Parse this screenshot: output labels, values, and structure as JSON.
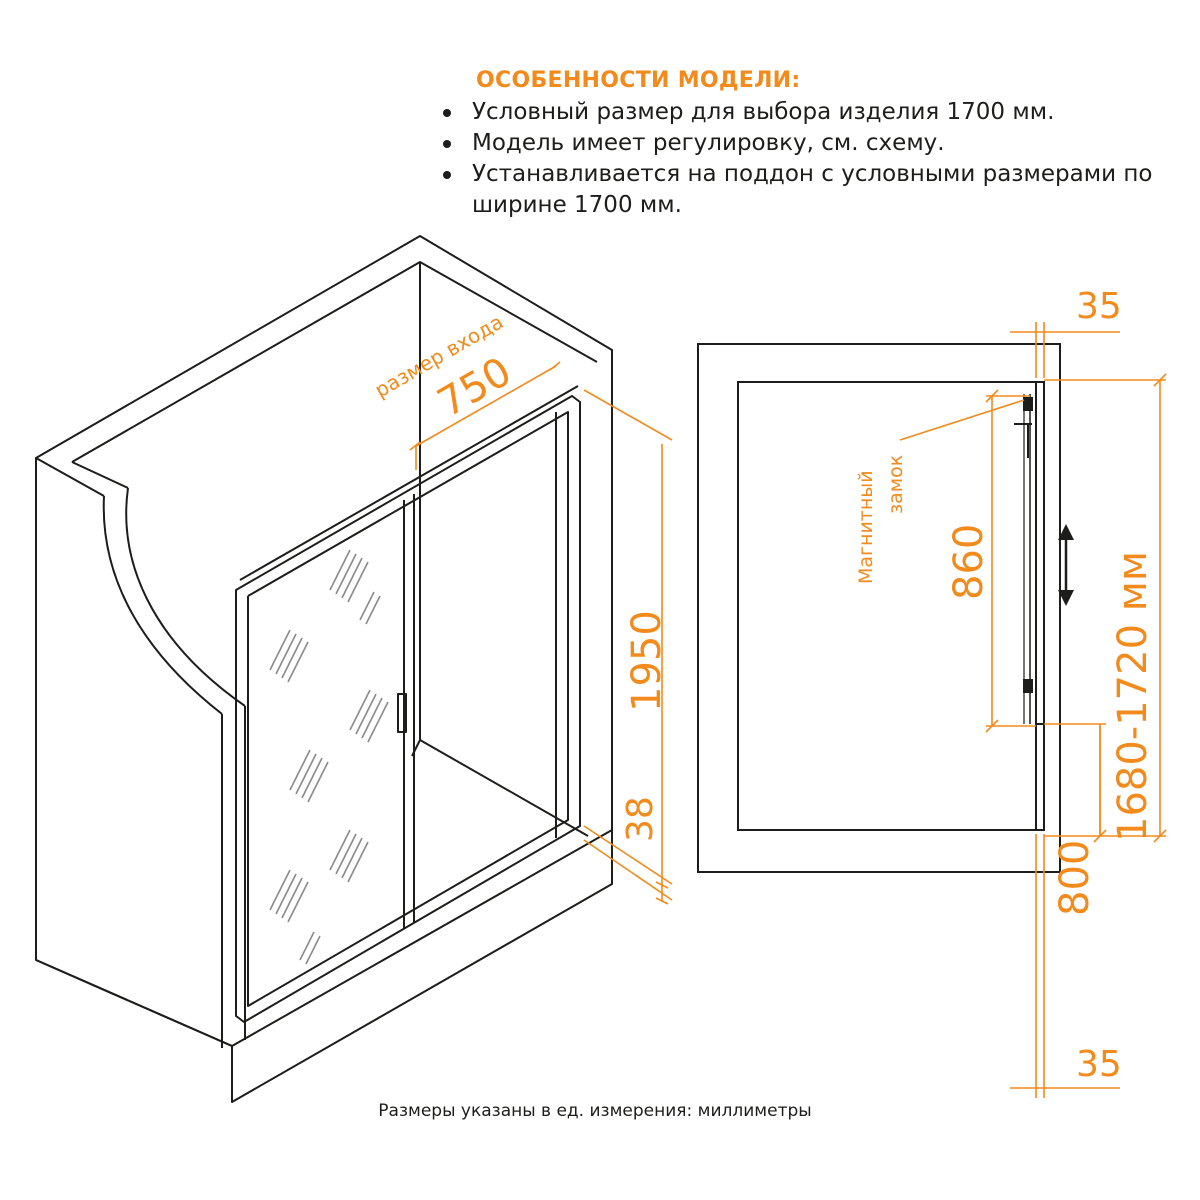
{
  "features": {
    "title": "ОСОБЕННОСТИ МОДЕЛИ:",
    "items": [
      "Условный размер для выбора изделия 1700 мм.",
      "Модель имеет регулировку, см. схему.",
      "Устанавливается на поддон с условными размерами по ширине 1700 мм."
    ]
  },
  "isometric": {
    "entry_label": "размер входа",
    "entry_width": "750",
    "height": "1950",
    "threshold": "38"
  },
  "side_view": {
    "top_offset": "35",
    "bottom_offset": "35",
    "lock_label_line1": "Магнитный",
    "lock_label_line2": "замок",
    "lock_span": "860",
    "lower_span": "800",
    "width_range": "1680-1720 мм",
    "adjust_icon": "double-arrow-vertical-icon"
  },
  "footnote": "Размеры указаны в ед. измерения: миллиметры",
  "colors": {
    "accent": "#f28a1c",
    "line": "#1d1d1b"
  }
}
